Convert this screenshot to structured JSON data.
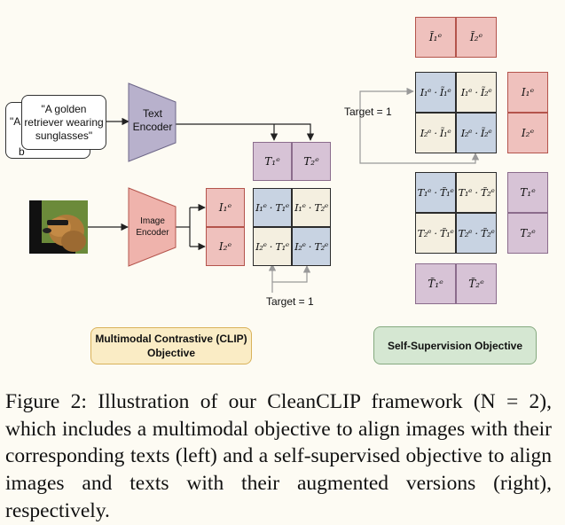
{
  "text_box": {
    "quote": "\"A golden retriever wearing sunglasses\"",
    "back_glimpse_1": "\"A",
    "back_glimpse_2": "b"
  },
  "text_encoder": {
    "label": "Text Encoder"
  },
  "image_encoder": {
    "label": "Image Encoder"
  },
  "clip": {
    "image_embeddings": [
      "I₁ᵉ",
      "I₂ᵉ"
    ],
    "text_embeddings": [
      "T₁ᵉ",
      "T₂ᵉ"
    ],
    "similarity_matrix": [
      [
        "I₁ᵉ · T₁ᵉ",
        "I₁ᵉ · T₂ᵉ"
      ],
      [
        "I₂ᵉ · T₁ᵉ",
        "I₂ᵉ · T₂ᵉ"
      ]
    ],
    "target_label": "Target = 1"
  },
  "self_supervision": {
    "aug_image_embeddings": [
      "Ĩ₁ᵉ",
      "Ĩ₂ᵉ"
    ],
    "image_matrix": [
      [
        "I₁ᵉ · Ĩ₁ᵉ",
        "I₁ᵉ · Ĩ₂ᵉ"
      ],
      [
        "I₂ᵉ · Ĩ₁ᵉ",
        "I₂ᵉ · Ĩ₂ᵉ"
      ]
    ],
    "image_embeddings": [
      "I₁ᵉ",
      "I₂ᵉ"
    ],
    "target_label": "Target = 1",
    "text_matrix": [
      [
        "T₁ᵉ · T̃₁ᵉ",
        "T₁ᵉ · T̃₂ᵉ"
      ],
      [
        "T₂ᵉ · T̃₁ᵉ",
        "T₂ᵉ · T̃₂ᵉ"
      ]
    ],
    "text_embeddings": [
      "T₁ᵉ",
      "T₂ᵉ"
    ],
    "aug_text_embeddings": [
      "T̃₁ᵉ",
      "T̃₂ᵉ"
    ]
  },
  "objectives": {
    "clip": "Multimodal Contrastive (CLIP) Objective",
    "self_supervision": "Self-Supervision Objective"
  },
  "caption": "Figure 2: Illustration of our CleanCLIP framework (N = 2), which includes a multimodal objective to align images with their corresponding texts (left) and a self-supervised objective to align images and texts with their augmented versions (right), respectively.",
  "colors": {
    "image_embedding": "#efc1bd",
    "text_embedding": "#d7c3d6",
    "diagonal": "#c8d3e2",
    "clip_objective": "#faecc5",
    "ssl_objective": "#d5e7d2"
  }
}
